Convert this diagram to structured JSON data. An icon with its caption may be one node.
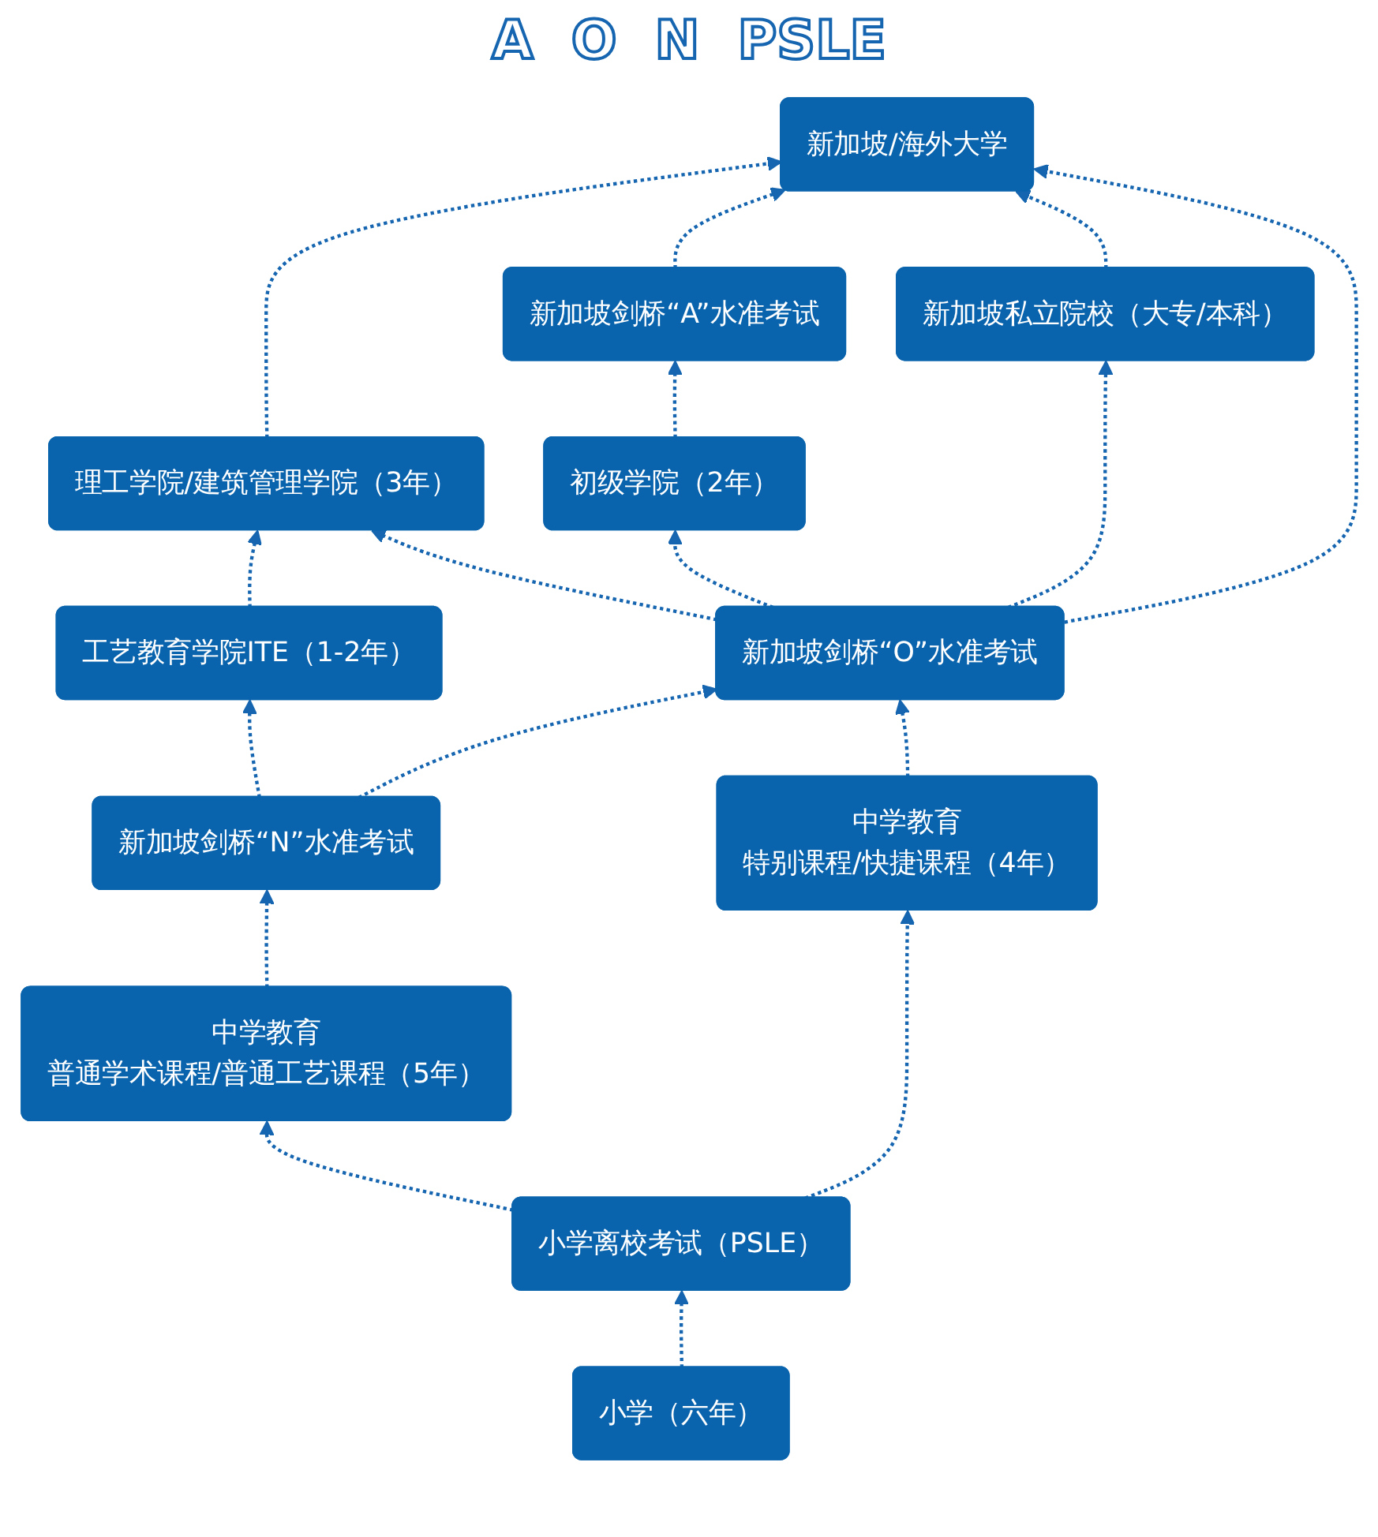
{
  "diagram": {
    "nodes": [
      {
        "text": [
          "新加坡/海外大学"
        ]
      },
      {
        "text": [
          "理工学院/建筑管理学院（3年）"
        ]
      },
      {
        "text": [
          "新加坡剑桥“A”水准考试"
        ]
      },
      {
        "text": [
          "新加坡私立院校（大专/本科）"
        ]
      },
      {
        "text": [
          "初级学院（2年）"
        ]
      },
      {
        "text": [
          "工艺教育学院ITE（1-2年）"
        ]
      },
      {
        "text": [
          "新加坡剑桥“O”水准考试"
        ]
      },
      {
        "text": [
          "新加坡剑桥“N”水准考试"
        ]
      },
      {
        "text": [
          "中学教育",
          "普通学术课程/普通工艺课程（5年）"
        ]
      },
      {
        "text": [
          "中学教育",
          "特别课程/快捷课程（4年）"
        ]
      },
      {
        "text": [
          "小学离校考试（PSLE）"
        ]
      },
      {
        "text": [
          "小学（六年）"
        ]
      }
    ],
    "edges": [
      {
        "from": 1,
        "to": 0,
        "arrow": "to",
        "style": "dashed"
      },
      {
        "from": 2,
        "to": 0,
        "arrow": "to",
        "style": "dashed"
      },
      {
        "from": 3,
        "to": 0,
        "arrow": "to",
        "style": "dashed"
      },
      {
        "from": 6,
        "to": 0,
        "arrow": "to",
        "style": "dashed"
      },
      {
        "from": 5,
        "to": 1,
        "arrow": "to",
        "style": "dashed"
      },
      {
        "from": 6,
        "to": 1,
        "arrow": "to",
        "style": "dashed"
      },
      {
        "from": 4,
        "to": 2,
        "arrow": "to",
        "style": "dashed"
      },
      {
        "from": 6,
        "to": 4,
        "arrow": "to",
        "style": "dashed"
      },
      {
        "from": 6,
        "to": 3,
        "arrow": "to",
        "style": "dashed"
      },
      {
        "from": 7,
        "to": 5,
        "arrow": "to",
        "style": "dashed"
      },
      {
        "from": 7,
        "to": 6,
        "arrow": "to",
        "style": "dashed"
      },
      {
        "from": 8,
        "to": 7,
        "arrow": "to",
        "style": "dashed"
      },
      {
        "from": 9,
        "to": 6,
        "arrow": "to",
        "style": "dashed"
      },
      {
        "from": 10,
        "to": 8,
        "arrow": "to",
        "style": "dashed"
      },
      {
        "from": 10,
        "to": 9,
        "arrow": "to",
        "style": "dashed"
      },
      {
        "from": 11,
        "to": 10,
        "arrow": "to",
        "style": "dashed"
      }
    ],
    "labels": [
      "A",
      "O",
      "N",
      "PSLE"
    ]
  }
}
